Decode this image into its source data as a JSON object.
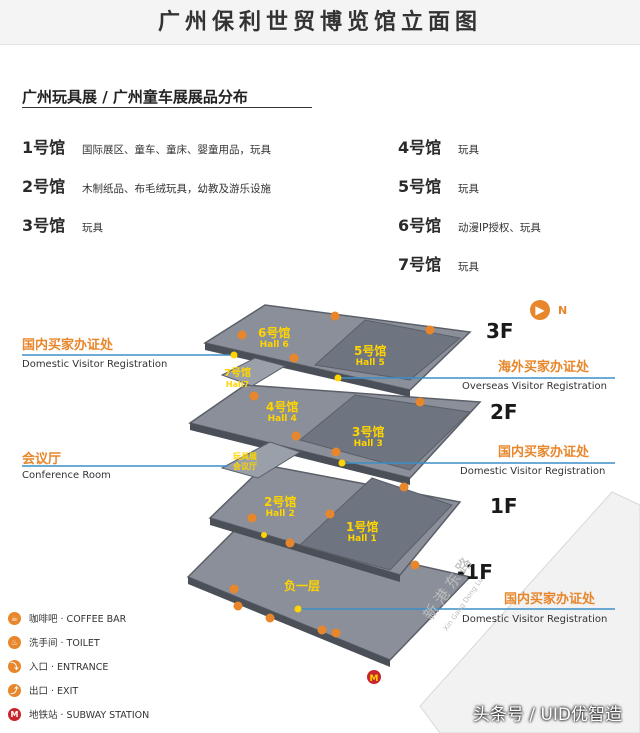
{
  "title": "广州保利世贸博览馆立面图",
  "subtitle": "广州玩具展 / 广州童车展展品分布",
  "halls_left": [
    {
      "num": "1号馆",
      "desc": "国际展区、童车、童床、婴童用品，玩具"
    },
    {
      "num": "2号馆",
      "desc": "木制纸品、布毛绒玩具，幼教及游乐设施"
    },
    {
      "num": "3号馆",
      "desc": "玩具"
    }
  ],
  "halls_right": [
    {
      "num": "4号馆",
      "desc": "玩具"
    },
    {
      "num": "5号馆",
      "desc": "玩具"
    },
    {
      "num": "6号馆",
      "desc": "动漫IP授权、玩具"
    },
    {
      "num": "7号馆",
      "desc": "玩具"
    }
  ],
  "north": "N",
  "floors": [
    "3F",
    "2F",
    "1F",
    "-1F"
  ],
  "hall_labels": {
    "h6": {
      "cn": "6号馆",
      "en": "Hall 6"
    },
    "h5": {
      "cn": "5号馆",
      "en": "Hall 5"
    },
    "h7": {
      "cn": "7号馆",
      "en": "Hall7"
    },
    "h4": {
      "cn": "4号馆",
      "en": "Hall 4"
    },
    "h3": {
      "cn": "3号馆",
      "en": "Hall 3"
    },
    "conf": {
      "cn": "玩具展",
      "cn2": "会议厅"
    },
    "h2": {
      "cn": "2号馆",
      "en": "Hall 2"
    },
    "h1": {
      "cn": "1号馆",
      "en": "Hall 1"
    },
    "b1": {
      "cn": "负一层"
    }
  },
  "callouts": {
    "domestic_3f": {
      "cn": "国内买家办证处",
      "en": "Domestic Visitor Registration"
    },
    "overseas": {
      "cn": "海外买家办证处",
      "en": "Overseas Visitor Registration"
    },
    "conference": {
      "cn": "会议厅",
      "en": "Conference Room"
    },
    "domestic_2f": {
      "cn": "国内买家办证处",
      "en": "Domestic Visitor Registration"
    },
    "domestic_b1": {
      "cn": "国内买家办证处",
      "en": "Domestic Visitor Registration"
    }
  },
  "road": {
    "cn": "新港东路",
    "en": "Xin Gang Dong Lu"
  },
  "legend": [
    {
      "icon": "coffee-icon",
      "glyph": "☕",
      "label": "咖啡吧 · COFFEE BAR"
    },
    {
      "icon": "toilet-icon",
      "glyph": "🚻",
      "label": "洗手间 · TOILET"
    },
    {
      "icon": "entrance-icon",
      "glyph": "⤵",
      "label": "入口 · ENTRANCE"
    },
    {
      "icon": "exit-icon",
      "glyph": "⤴",
      "label": "出口 · EXIT"
    },
    {
      "icon": "subway-icon",
      "glyph": "M",
      "label": "地铁站 · SUBWAY STATION"
    }
  ],
  "watermark": "头条号 / UID优智造",
  "colors": {
    "accent": "#e8862b",
    "line": "#3a8fc8",
    "slab": "#8a8f99",
    "slab_inner": "#6e7480",
    "subway": "#c8262c"
  }
}
